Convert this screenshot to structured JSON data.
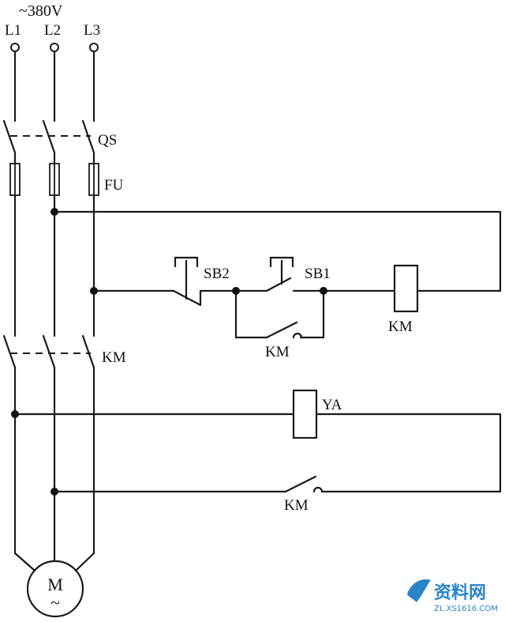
{
  "supply": {
    "voltage": "~380V",
    "phases": [
      "L1",
      "L2",
      "L3"
    ]
  },
  "labels": {
    "switch": "QS",
    "fuse": "FU",
    "stop_button": "SB2",
    "start_button": "SB1",
    "contactor_coil": "KM",
    "main_contacts": "KM",
    "hold_contact": "KM",
    "brake_coil": "YA",
    "brake_contact": "KM"
  },
  "motor": {
    "letter": "M",
    "symbol": "~"
  },
  "watermark": {
    "text": "资料网",
    "url": "ZL.XS1616.COM"
  }
}
